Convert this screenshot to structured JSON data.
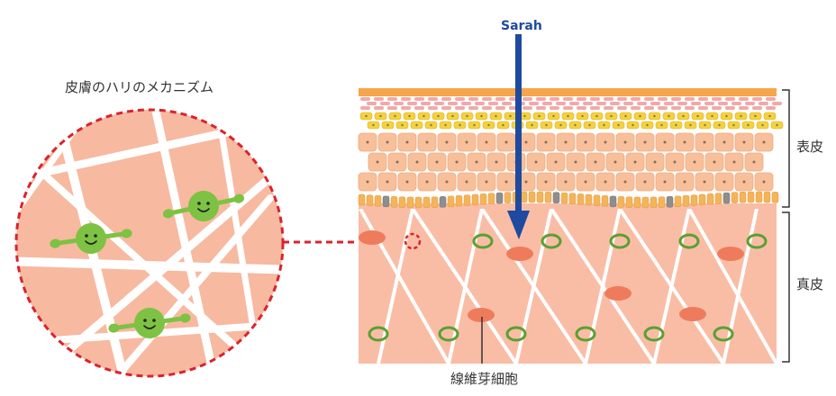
{
  "labels": {
    "circle_title": "皮膚のハリのメカニズム",
    "epidermis": "表皮",
    "dermis": "真皮",
    "fibroblast": "線維芽細胞",
    "arrow": "Sarah"
  },
  "colors": {
    "skin": "#f7b9a0",
    "dermis_bg": "#f9bda6",
    "fiber": "#ffffff",
    "dashed_red": "#d9232e",
    "fibroblast": "#ef7b5d",
    "ring_green": "#5aa032",
    "mascot_green": "#7dc242",
    "top_layer": "#f6a64a",
    "granular": "#f3d23e",
    "cell": "#f7c09a",
    "basal_gray": "#8e8e8e",
    "arrow_blue": "#1e4aa0"
  },
  "icons": [
    "collagen-molecule-icon",
    "smiley-face-icon",
    "elastin-ring-icon",
    "fibroblast-cell-icon",
    "down-arrow-icon"
  ]
}
